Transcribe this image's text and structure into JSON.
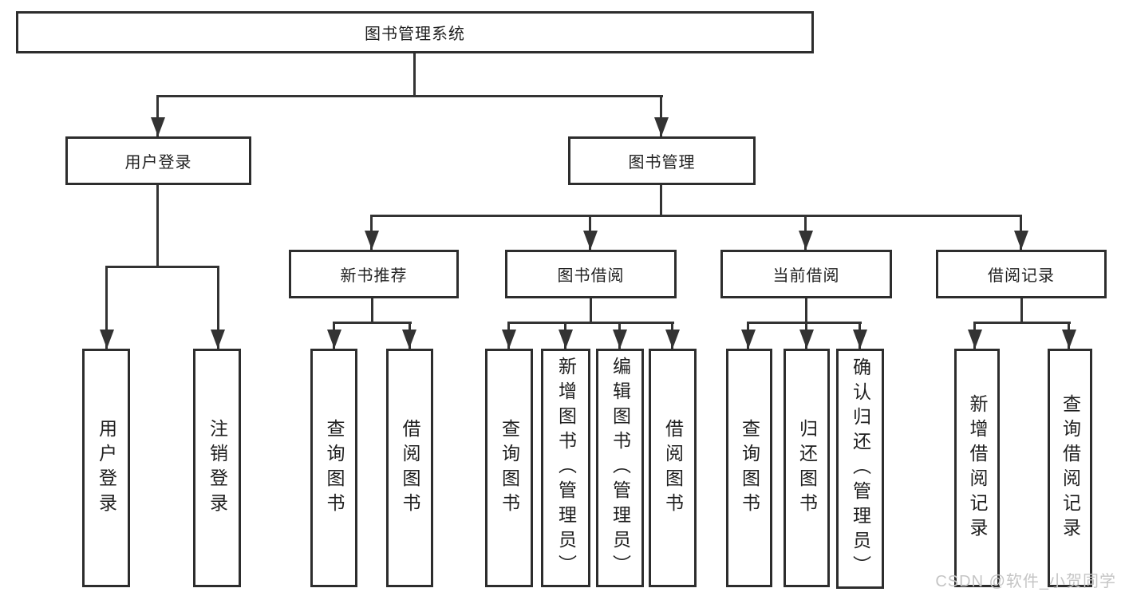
{
  "tree": {
    "root": {
      "label": "图书管理系统"
    },
    "user_login": {
      "label": "用户登录",
      "leaves": [
        "用户登录",
        "注销登录"
      ]
    },
    "book_management": {
      "label": "图书管理",
      "sections": [
        {
          "label": "新书推荐",
          "leaves": [
            "查询图书",
            "借阅图书"
          ]
        },
        {
          "label": "图书借阅",
          "leaves": [
            "查询图书",
            "新增图书（管理员）",
            "编辑图书（管理员）",
            "借阅图书"
          ]
        },
        {
          "label": "当前借阅",
          "leaves": [
            "查询图书",
            "归还图书",
            "确认归还（管理员）"
          ]
        },
        {
          "label": "借阅记录",
          "leaves": [
            "新增借阅记录",
            "查询借阅记录"
          ]
        }
      ]
    }
  },
  "watermark": {
    "text": "CSDN @软件_小贺同学"
  },
  "colors": {
    "line": "#333333",
    "box_border": "#2d2d2d",
    "text": "#1f1f1f",
    "watermark": "#c5c5c5",
    "background": "#ffffff"
  }
}
